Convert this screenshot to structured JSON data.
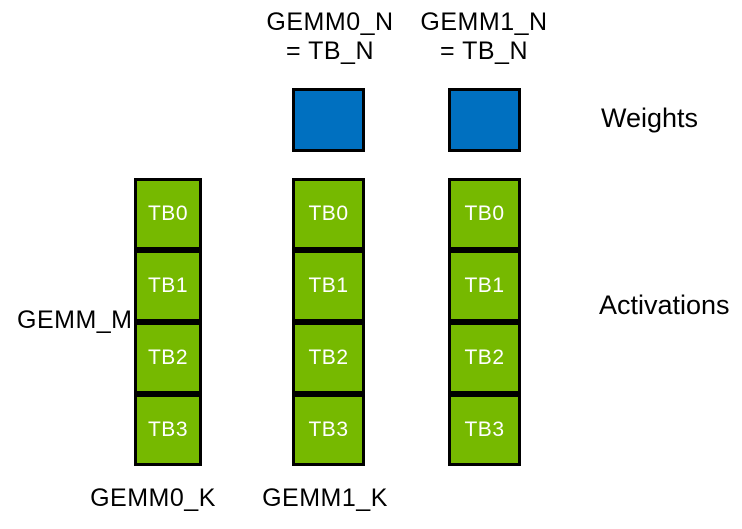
{
  "headers": [
    {
      "line1": "GEMM0_N",
      "line2": "= TB_N"
    },
    {
      "line1": "GEMM1_N",
      "line2": "= TB_N"
    }
  ],
  "weights_label": "Weights",
  "activations_label": "Activations",
  "gemm_m_label": "GEMM_M",
  "bottom_labels": [
    "GEMM0_K",
    "GEMM1_K"
  ],
  "columns": [
    {
      "blocks": [
        "TB0",
        "TB1",
        "TB2",
        "TB3"
      ]
    },
    {
      "blocks": [
        "TB0",
        "TB1",
        "TB2",
        "TB3"
      ]
    },
    {
      "blocks": [
        "TB0",
        "TB1",
        "TB2",
        "TB3"
      ]
    }
  ],
  "colors": {
    "weights_fill": "#0070C0",
    "activations_fill": "#76B900",
    "border": "#000000",
    "block_text": "#FFFFFF",
    "label_text": "#000000",
    "background": "#FFFFFF"
  }
}
